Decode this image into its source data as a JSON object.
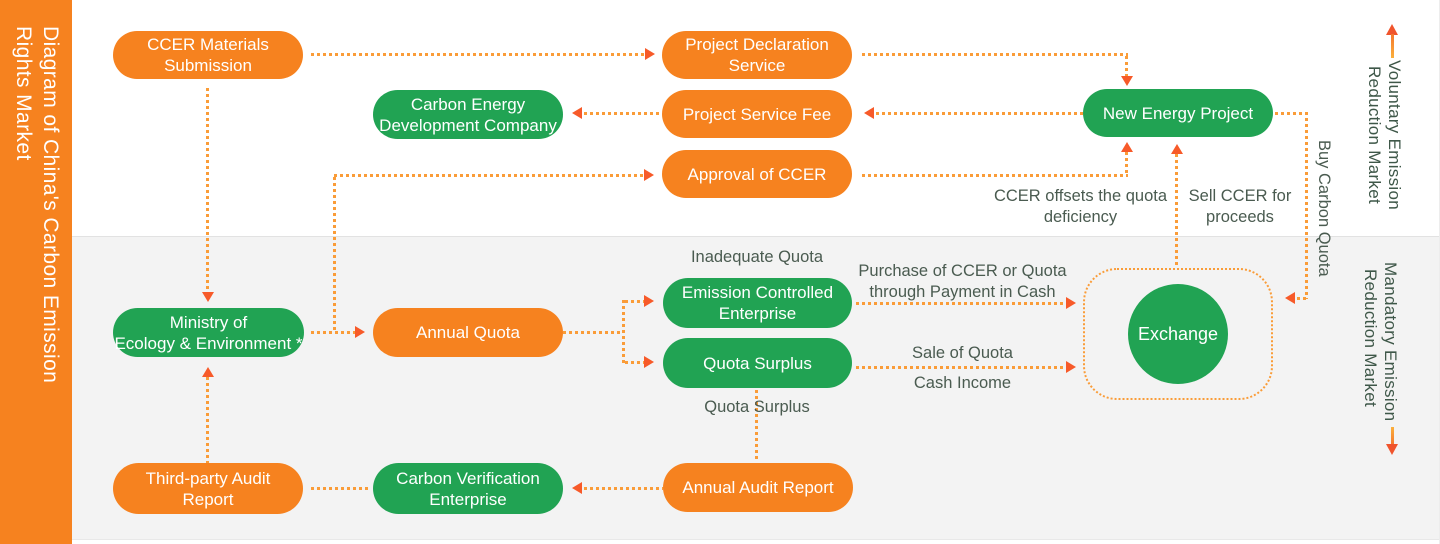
{
  "sidebar": {
    "title_line1": "Diagram of China's Carbon Emission",
    "title_line2": "Rights Market"
  },
  "markets": {
    "voluntary": {
      "line1": "Voluntary Emission",
      "line2": "Reduction Market"
    },
    "mandatory": {
      "line1": "Mandatory Emission",
      "line2": "Reduction Market"
    }
  },
  "nodes": {
    "ccer_materials": {
      "line1": "CCER Materials",
      "line2": "Submission"
    },
    "project_declaration": {
      "line1": "Project Declaration",
      "line2": "Service"
    },
    "carbon_energy": {
      "line1": "Carbon Energy",
      "line2": "Development Company"
    },
    "project_service_fee": {
      "label": "Project Service Fee"
    },
    "approval_ccer": {
      "label": "Approval of CCER"
    },
    "new_energy": {
      "label": "New Energy Project"
    },
    "ministry": {
      "line1": "Ministry of",
      "line2": "Ecology & Environment *"
    },
    "annual_quota": {
      "label": "Annual Quota"
    },
    "emission_controlled": {
      "line1": "Emission Controlled",
      "line2": "Enterprise"
    },
    "quota_surplus": {
      "label": "Quota Surplus"
    },
    "exchange": {
      "label": "Exchange"
    },
    "third_party": {
      "line1": "Third-party Audit",
      "line2": "Report"
    },
    "carbon_verification": {
      "line1": "Carbon Verification",
      "line2": "Enterprise"
    },
    "annual_audit": {
      "label": "Annual Audit Report"
    }
  },
  "labels": {
    "inadequate_quota": "Inadequate Quota",
    "quota_surplus_text": "Quota Surplus",
    "purchase": {
      "line1": "Purchase of CCER or Quota",
      "line2": "through Payment in Cash"
    },
    "sale_of_quota": "Sale of Quota",
    "cash_income": "Cash Income",
    "ccer_offsets": {
      "line1": "CCER offsets the quota",
      "line2": "deficiency"
    },
    "sell_ccer": {
      "line1": "Sell CCER for",
      "line2": "proceeds"
    },
    "buy_carbon_quota": "Buy Carbon Quota"
  },
  "colors": {
    "sidebar_orange": "#F6821F",
    "node_orange": "#F6821F",
    "node_green": "#21A353",
    "dotted_line": "#FA9C38",
    "arrowhead": "#F75A29",
    "annotation_text": "#4A5B50",
    "market_label_text": "#3E5748",
    "bottom_band_bg": "#F3F3F3",
    "divider": "#E2E2E2"
  }
}
